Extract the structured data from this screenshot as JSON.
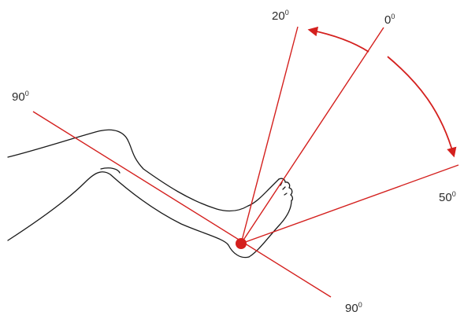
{
  "colors": {
    "accent": "#d4201e",
    "outline": "#1a1a1a",
    "label": "#2b2b2b",
    "background": "#ffffff"
  },
  "labels": {
    "plantar_flexion_20": {
      "value": "20",
      "unit": "0"
    },
    "neutral_0": {
      "value": "0",
      "unit": "0"
    },
    "dorsiflexion_50": {
      "value": "50",
      "unit": "0"
    },
    "upper_90": {
      "value": "90",
      "unit": "0"
    },
    "lower_90": {
      "value": "90",
      "unit": "0"
    }
  }
}
